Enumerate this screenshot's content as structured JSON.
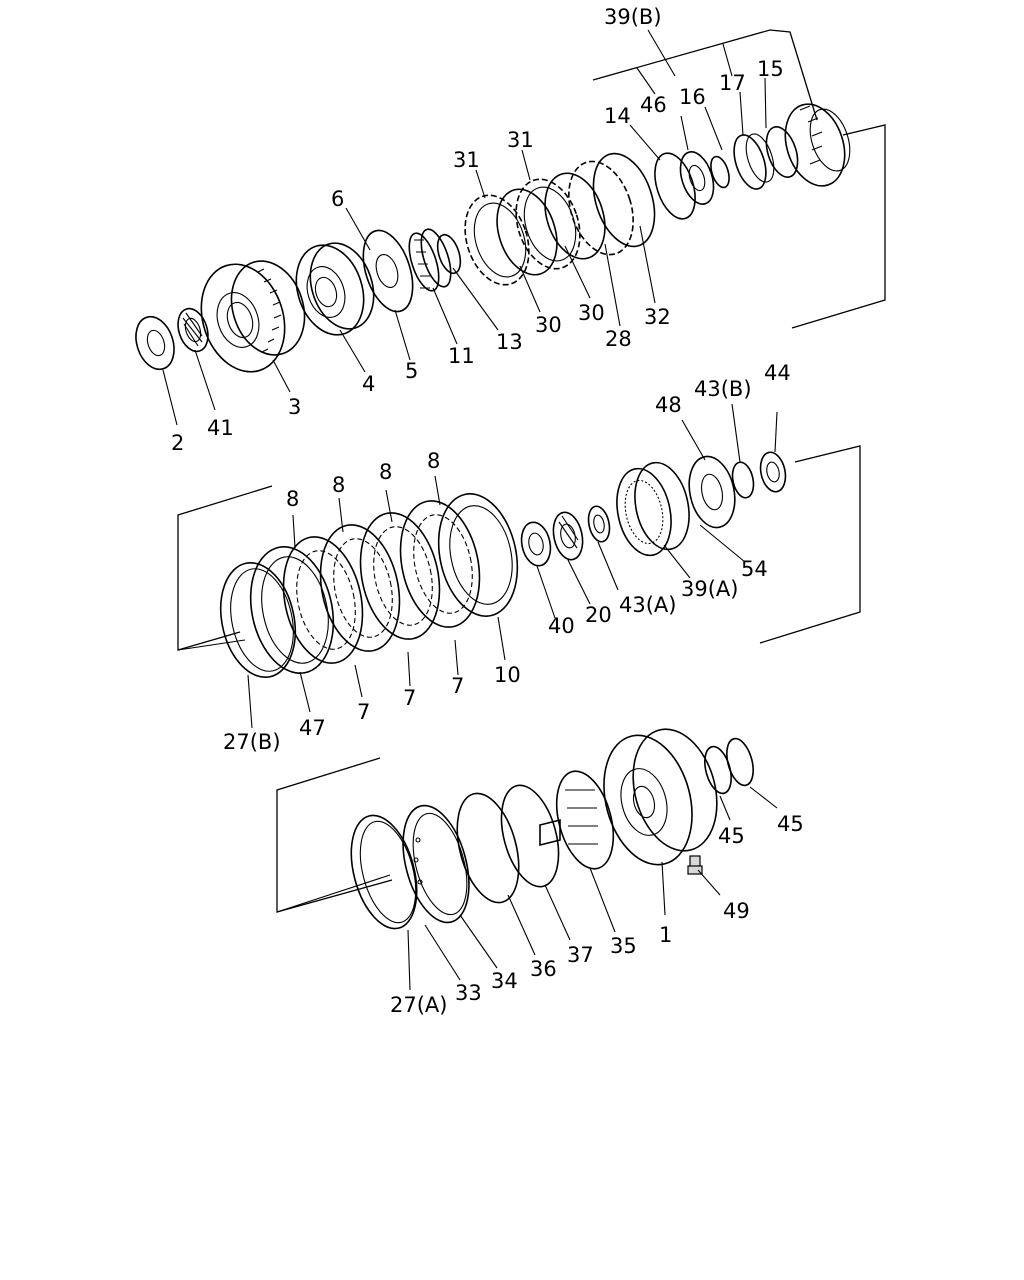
{
  "background": "#ffffff",
  "ink": "#000000",
  "labels": {
    "l_39b": "39(B)",
    "l_46": "46",
    "l_16": "16",
    "l_17": "17",
    "l_15": "15",
    "l_14": "14",
    "l_31a": "31",
    "l_31b": "31",
    "l_6": "6",
    "l_30a": "30",
    "l_30b": "30",
    "l_32": "32",
    "l_28": "28",
    "l_13": "13",
    "l_11": "11",
    "l_5": "5",
    "l_4": "4",
    "l_3": "3",
    "l_41": "41",
    "l_2": "2",
    "l_48": "48",
    "l_43b": "43(B)",
    "l_44": "44",
    "l_8a": "8",
    "l_8b": "8",
    "l_8c": "8",
    "l_8d": "8",
    "l_54": "54",
    "l_39a": "39(A)",
    "l_43a": "43(A)",
    "l_20": "20",
    "l_40": "40",
    "l_10": "10",
    "l_7a": "7",
    "l_7b": "7",
    "l_7c": "7",
    "l_47": "47",
    "l_27b": "27(B)",
    "l_45a": "45",
    "l_45b": "45",
    "l_49": "49",
    "l_1": "1",
    "l_35": "35",
    "l_37": "37",
    "l_36": "36",
    "l_34": "34",
    "l_33": "33",
    "l_27a": "27(A)"
  }
}
